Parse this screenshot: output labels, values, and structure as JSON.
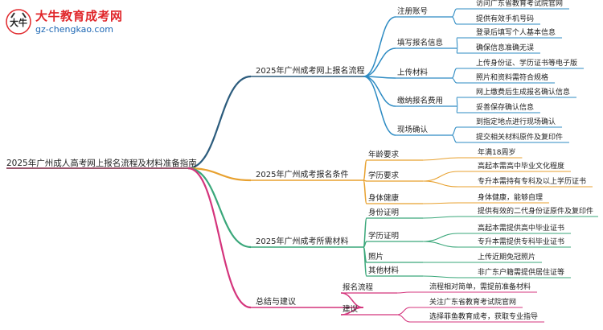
{
  "logo": {
    "title": "大牛教育成考网",
    "url": "gz-chengkao.com",
    "glyph": "大牛"
  },
  "root": {
    "label": "2025年广州成人高考网上报名流程及材料准备指南"
  },
  "branches": [
    {
      "label": "2025年广州成考网上报名流程",
      "color": "#2c5c7d",
      "children": [
        {
          "label": "注册账号",
          "color": "#2d8bc3",
          "leaves": [
            "访问广东省教育考试院官网",
            "提供有效手机号码"
          ]
        },
        {
          "label": "填写报名信息",
          "color": "#2d8bc3",
          "leaves": [
            "登录后填写个人基本信息",
            "确保信息准确无误"
          ]
        },
        {
          "label": "上传材料",
          "color": "#2d8bc3",
          "leaves": [
            "上传身份证、学历证书等电子版",
            "照片和资料需符合规格"
          ]
        },
        {
          "label": "缴纳报名费用",
          "color": "#2d8bc3",
          "leaves": [
            "网上缴费后生成报名确认信息",
            "妥善保存确认信息"
          ]
        },
        {
          "label": "现场确认",
          "color": "#2d8bc3",
          "leaves": [
            "到指定地点进行现场确认",
            "提交相关材料原件及复印件"
          ]
        }
      ]
    },
    {
      "label": "2025年广州成考报名条件",
      "color": "#e8a12f",
      "children": [
        {
          "label": "年龄要求",
          "color": "#e8a12f",
          "leaves": [
            "年满18周岁"
          ]
        },
        {
          "label": "学历要求",
          "color": "#e8a12f",
          "leaves": [
            "高起本需高中毕业文化程度",
            "专升本需持有专科及以上学历证书"
          ]
        },
        {
          "label": "身体健康",
          "color": "#e8a12f",
          "leaves": [
            "身体健康，能够自理"
          ]
        }
      ]
    },
    {
      "label": "2025年广州成考所需材料",
      "color": "#3aa77a",
      "children": [
        {
          "label": "身份证明",
          "color": "#3aa77a",
          "leaves": [
            "提供有效的二代身份证原件及复印件"
          ]
        },
        {
          "label": "学历证明",
          "color": "#3aa77a",
          "leaves": [
            "高起本需提供高中毕业证书",
            "专升本需提供专科毕业证书"
          ]
        },
        {
          "label": "照片",
          "color": "#3aa77a",
          "leaves": [
            "上传近期免冠照片"
          ]
        },
        {
          "label": "其他材料",
          "color": "#3aa77a",
          "leaves": [
            "非广东户籍需提供居住证等"
          ]
        }
      ]
    },
    {
      "label": "总结与建议",
      "color": "#d4347c",
      "children": [
        {
          "label": "报名流程",
          "color": "#d4347c",
          "leaves": [
            "流程相对简单，需提前准备材料"
          ]
        },
        {
          "label": "建议",
          "color": "#d4347c",
          "leaves": [
            "关注广东省教育考试院官网",
            "选择菲鱼教育成考，获取专业指导"
          ]
        }
      ]
    }
  ]
}
